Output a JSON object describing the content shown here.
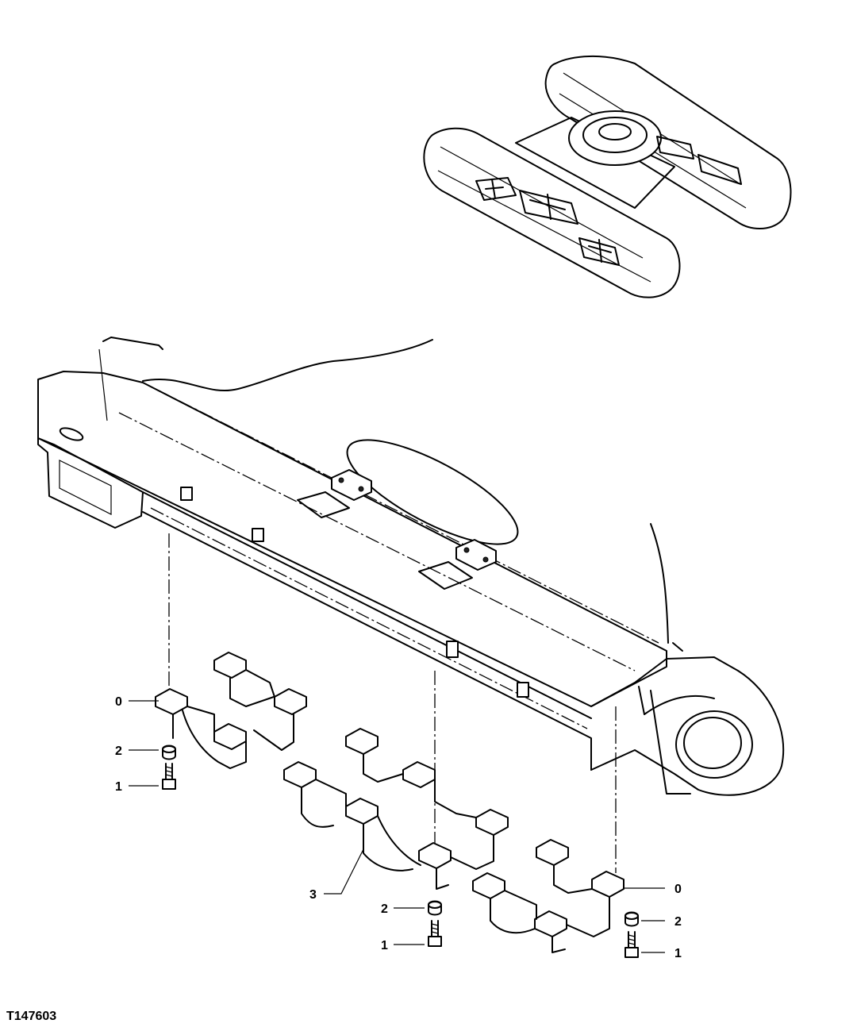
{
  "figure_id": "T147603",
  "callouts": {
    "c0a": "0",
    "c2a": "2",
    "c1a": "1",
    "c3": "3",
    "c2b": "2",
    "c1b": "1",
    "c0b": "0",
    "c2c": "2",
    "c1c": "1"
  }
}
